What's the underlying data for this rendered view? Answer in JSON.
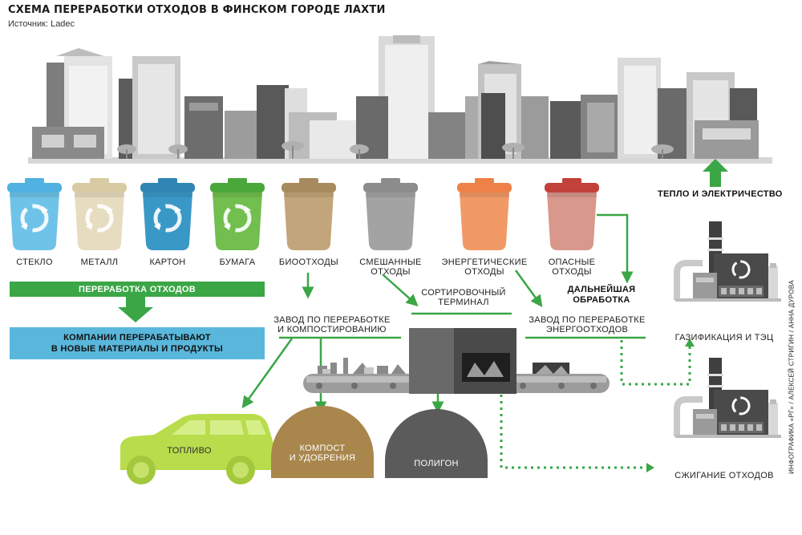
{
  "header": {
    "title": "СХЕМА ПЕРЕРАБОТКИ ОТХОДОВ В ФИНСКОМ ГОРОДЕ ЛАХТИ",
    "source": "Источник: Ladec"
  },
  "bins": [
    {
      "label": "СТЕКЛО",
      "color": "#6fc3e8",
      "lid": "#4fb2e0",
      "recycle": true
    },
    {
      "label": "МЕТАЛЛ",
      "color": "#e6dcc0",
      "lid": "#d8cba4",
      "recycle": true
    },
    {
      "label": "КАРТОН",
      "color": "#3a98c6",
      "lid": "#2f86b4",
      "recycle": true
    },
    {
      "label": "БУМАГА",
      "color": "#72be4f",
      "lid": "#4aa83a",
      "recycle": true
    },
    {
      "label": "БИООТХОДЫ",
      "color": "#c2a57a",
      "lid": "#a88a5f",
      "recycle": false
    },
    {
      "label": "СМЕШАННЫЕ\nОТХОДЫ",
      "color": "#a3a3a3",
      "lid": "#8c8c8c",
      "recycle": false
    },
    {
      "label": "ЭНЕРГЕТИЧЕСКИЕ\nОТХОДЫ",
      "color": "#f19a66",
      "lid": "#ee8147",
      "recycle": false
    },
    {
      "label": "ОПАСНЫЕ\nОТХОДЫ",
      "color": "#d8988b",
      "lid": "#c2413a",
      "recycle": false
    }
  ],
  "recycling_bar": {
    "label": "ПЕРЕРАБОТКА ОТХОДОВ",
    "color": "#3aa645"
  },
  "companies_box": {
    "label": "КОМПАНИИ ПЕРЕРАБАТЫВАЮТ\nВ НОВЫЕ МАТЕРИАЛЫ И ПРОДУКТЫ",
    "color": "#5ab7dc"
  },
  "heat_label": "ТЕПЛО\nИ ЭЛЕКТРИЧЕСТВО",
  "further_label": "ДАЛЬНЕЙШАЯ\nОБРАБОТКА",
  "compost_plant": "ЗАВОД ПО ПЕРЕРАБОТКЕ\nИ КОМПОСТИРОВАНИЮ",
  "sorting_terminal": "СОРТИРОВОЧНЫЙ\nТЕРМИНАЛ",
  "energy_plant": "ЗАВОД ПО ПЕРЕРАБОТКЕ\nЭНЕРГООТХОДОВ",
  "gasification": "ГАЗИФИКАЦИЯ И ТЭЦ",
  "incineration": "СЖИГАНИЕ ОТХОДОВ",
  "fuel": "ТОПЛИВО",
  "compost": "КОМПОСТ\nИ УДОБРЕНИЯ",
  "landfill": "ПОЛИГОН",
  "credit": "ИНФОГРАФИКА «РГ» / АЛЕКСЕЙ СТРИГИН / АННА ДУРОВА",
  "colors": {
    "green": "#3aa645",
    "car": "#b9dc4c",
    "compost": "#a8864c",
    "landfill": "#5b5b5b",
    "dark": "#4d4d4d",
    "gray": "#9a9a9a",
    "light": "#cfcfcf"
  }
}
